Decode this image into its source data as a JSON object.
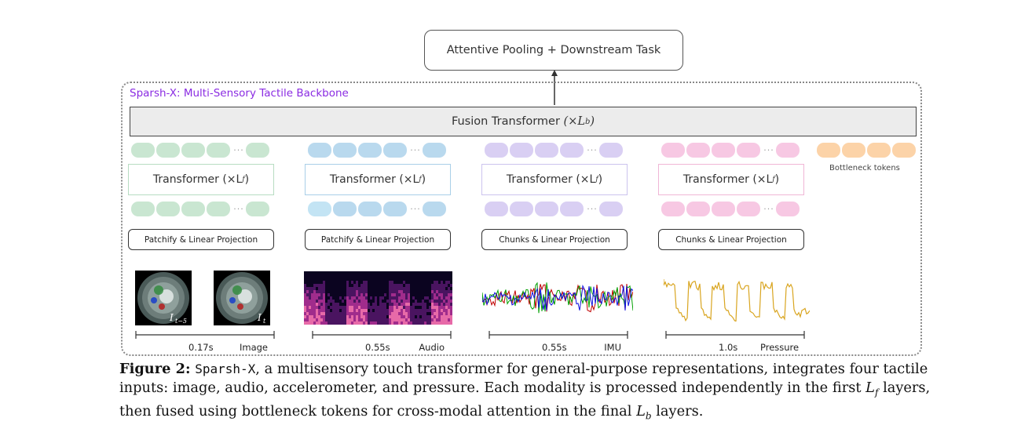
{
  "top_box": {
    "label": "Attentive Pooling + Downstream Task"
  },
  "backbone": {
    "title": "Sparsh-X: Multi-Sensory Tactile Backbone",
    "fusion_label": "Fusion Transformer",
    "fusion_factor": "(×L",
    "fusion_sub": "b",
    "fusion_close": ")"
  },
  "bottleneck": {
    "label": "Bottleneck tokens",
    "color": "#fcd3a8"
  },
  "modalities": [
    {
      "name": "Image",
      "transformer": "Transformer (×L",
      "sub": "f",
      "close": ")",
      "projection": "Patchify & Linear Projection",
      "duration": "0.17s",
      "token_color": "#c9e6d1",
      "border_color": "#b7dcc2",
      "frame_labels": [
        "I",
        "I"
      ],
      "frame_subs": [
        "t−5",
        "t"
      ]
    },
    {
      "name": "Audio",
      "transformer": "Transformer (×L",
      "sub": "f",
      "close": ")",
      "projection": "Patchify & Linear Projection",
      "duration": "0.55s",
      "token_color": "#b9d9ee",
      "border_color": "#a9cfe8",
      "top_first_color": "#b9d9ee",
      "bottom_first_color": "#c3e4f4"
    },
    {
      "name": "IMU",
      "transformer": "Transformer (×L",
      "sub": "f",
      "close": ")",
      "projection": "Chunks & Linear Projection",
      "duration": "0.55s",
      "token_color": "#d9cff3",
      "border_color": "#ccc3ee"
    },
    {
      "name": "Pressure",
      "transformer": "Transformer (×L",
      "sub": "f",
      "close": ")",
      "projection": "Chunks & Linear Projection",
      "duration": "1.0s",
      "token_color": "#f7c8e3",
      "border_color": "#f0b6d6"
    }
  ],
  "caption": {
    "label": "Figure 2:",
    "model": "Sparsh-X",
    "text1": ", a multisensory touch transformer for general-purpose representations, integrates four tactile inputs: image, audio, accelerometer, and pressure. Each modality is processed independently in the first ",
    "lf": "L",
    "lf_sub": "f",
    "text2": " layers, then fused using bottleneck tokens for cross-modal attention in the final ",
    "lb": "L",
    "lb_sub": "b",
    "text3": " layers."
  }
}
